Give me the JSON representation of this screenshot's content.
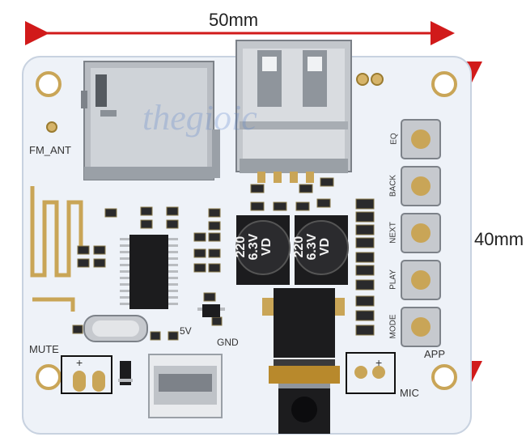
{
  "dimensions": {
    "width_label": "50mm",
    "height_label": "40mm"
  },
  "watermark": "thegioic",
  "silkscreen": {
    "fm_ant": "FM_ANT",
    "mute": "MUTE",
    "five_v": "5V",
    "gnd": "GND",
    "mic": "MIC",
    "app": "APP",
    "plus_left": "+",
    "plus_right": "+",
    "buttons": [
      "EQ",
      "BACK",
      "NEXT",
      "PLAY",
      "MODE"
    ]
  },
  "capacitors": [
    {
      "line1": "220",
      "line2": "6.3V",
      "line3": "VD"
    },
    {
      "line1": "220",
      "line2": "6.3V",
      "line3": "VD"
    }
  ],
  "colors": {
    "board": "#eef2f8",
    "dimension_arrow": "#d11a1a",
    "metal": "#b9bcc0",
    "chip": "#1c1c1e",
    "copper": "#b8892c",
    "led_red": "#c01818"
  }
}
